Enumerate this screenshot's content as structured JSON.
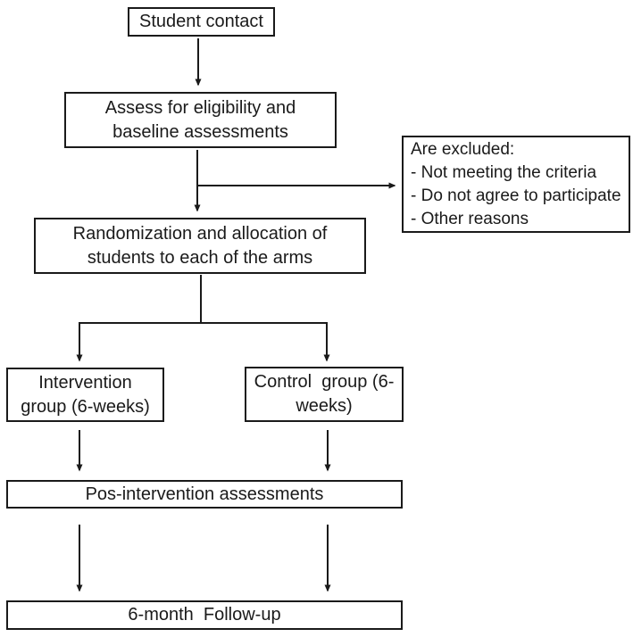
{
  "diagram": {
    "type": "flowchart",
    "colors": {
      "line": "#1a1a1a",
      "box_border": "#1a1a1a",
      "box_fill": "#ffffff",
      "text": "#1a1a1a",
      "background": "#ffffff"
    },
    "nodes": {
      "student_contact": {
        "label": "Student contact"
      },
      "assess": {
        "line1": "Assess for eligibility and",
        "line2": "baseline assessments"
      },
      "excluded": {
        "title": "Are excluded:",
        "items": [
          "- Not meeting the criteria",
          "- Do not agree to participate",
          "- Other reasons"
        ]
      },
      "randomization": {
        "line1": "Randomization and allocation of",
        "line2": "students to each of the arms"
      },
      "intervention": {
        "line1": "Intervention",
        "line2": "group (6-weeks)"
      },
      "control": {
        "line1": "Control  group (6-",
        "line2": "weeks)"
      },
      "pos_intervention": {
        "label": "Pos-intervention assessments"
      },
      "followup": {
        "label": "6-month  Follow-up"
      }
    },
    "edges": [
      "student_contact -> assess",
      "assess -> randomization",
      "assess -> excluded",
      "randomization -> intervention",
      "randomization -> control",
      "intervention -> pos_intervention",
      "control -> pos_intervention",
      "pos_intervention -> followup (left arm)",
      "pos_intervention -> followup (right arm)"
    ]
  }
}
